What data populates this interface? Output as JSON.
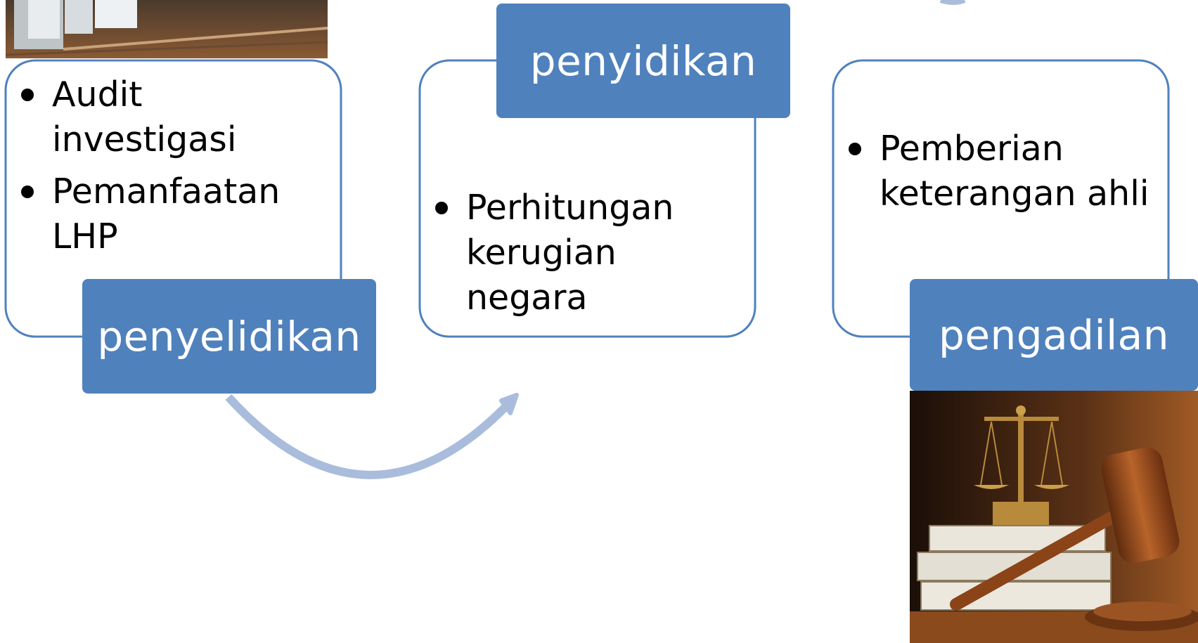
{
  "steps": [
    {
      "label": "penyelidikan",
      "bullets": [
        "Audit investigasi",
        "Pemanfaatan LHP"
      ],
      "image": "office-folders-photo"
    },
    {
      "label": "penyidikan",
      "bullets": [
        "Perhitungan kerugian negara"
      ]
    },
    {
      "label": "pengadilan",
      "bullets": [
        "Pemberian keterangan ahli"
      ],
      "image": "gavel-and-scales-photo"
    }
  ],
  "colors": {
    "accent": "#4f81bd",
    "frame": "#4f81bd",
    "arrow": "#a9bcdc"
  }
}
